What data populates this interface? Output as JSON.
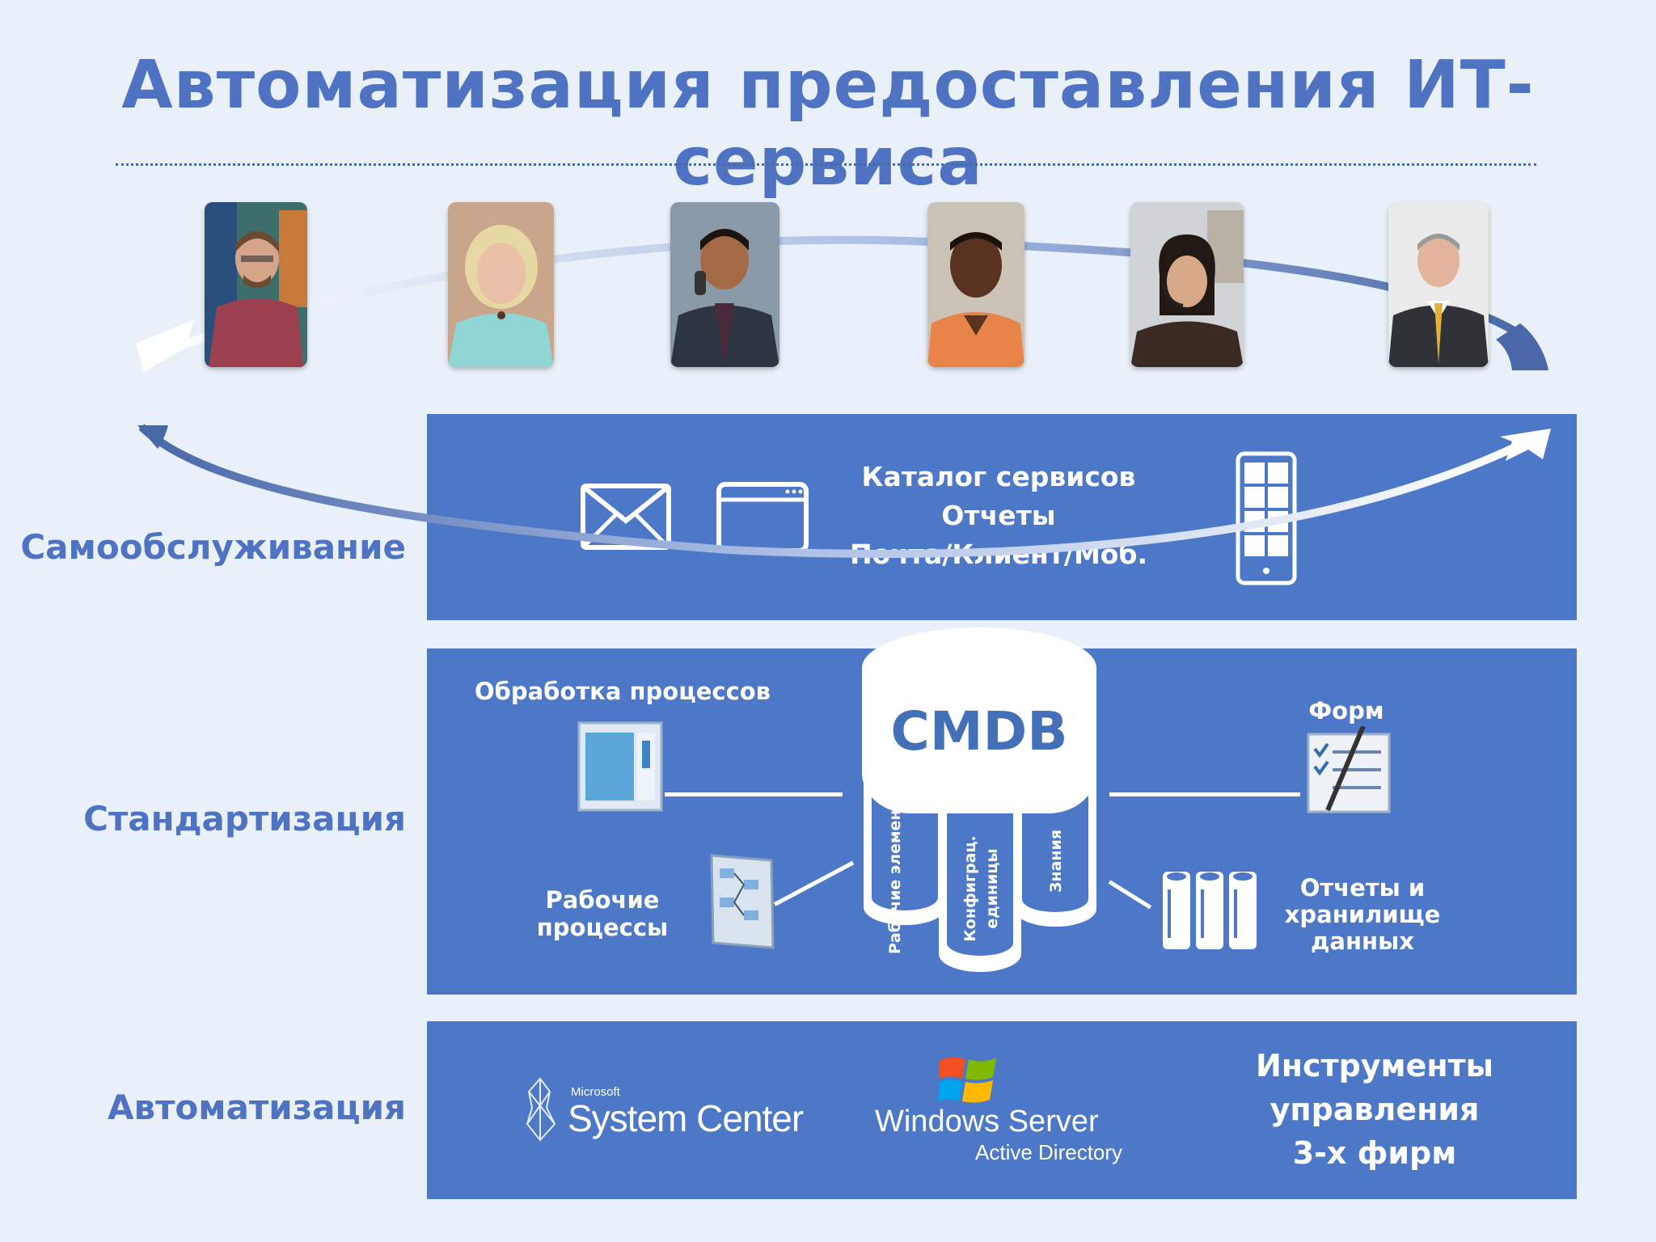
{
  "title": "Автоматизация предоставления ИТ-сервиса",
  "rows": {
    "self_service": "Самообслуживание",
    "standardization": "Стандартизация",
    "automation": "Автоматизация"
  },
  "self_service_band": {
    "line1": "Каталог сервисов",
    "line2": "Отчеты",
    "line3": "Почта/Клиент/Моб."
  },
  "standard_band": {
    "process_handling": "Обработка процессов",
    "workflows_1": "Рабочие",
    "workflows_2": "процессы",
    "cmdb": "CMDB",
    "col_work_items": "Рабочие элементы",
    "col_ci_1": "Конфиграц.",
    "col_ci_2": "единицы",
    "col_knowledge": "Знания",
    "forms": "Форм",
    "reports_1": "Отчеты и",
    "reports_2": "хранилище",
    "reports_3": "данных"
  },
  "automation_band": {
    "sc_small": "Microsoft",
    "sc_main": "System Center",
    "ws_main": "Windows Server",
    "ws_sub": "Active Directory",
    "third_1": "Инструменты",
    "third_2": "управления",
    "third_3": "3-х фирм"
  },
  "colors": {
    "band": "#4d78c8",
    "title": "#4f73c2",
    "background": "#eaf0f9"
  },
  "icons": [
    "envelope-icon",
    "browser-window-icon",
    "phone-icon",
    "process-window-icon",
    "workflow-icon",
    "form-icon",
    "database-icon",
    "system-center-logo",
    "windows-logo"
  ]
}
